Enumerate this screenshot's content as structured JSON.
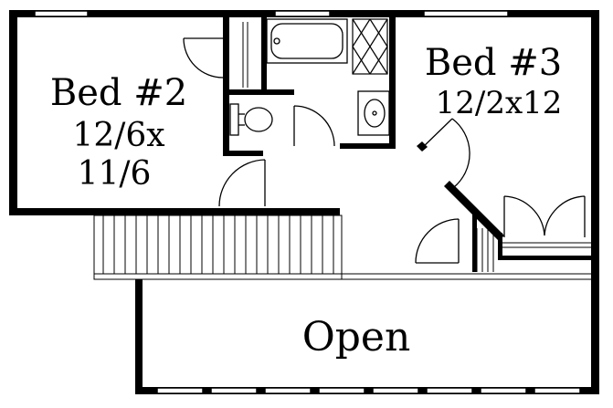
{
  "rooms": {
    "bed2": {
      "name": "Bed #2",
      "dim_w": "12/6x",
      "dim_l": "11/6"
    },
    "bed3": {
      "name": "Bed #3",
      "dim": "12/2x12"
    },
    "open": {
      "name": "Open"
    }
  }
}
